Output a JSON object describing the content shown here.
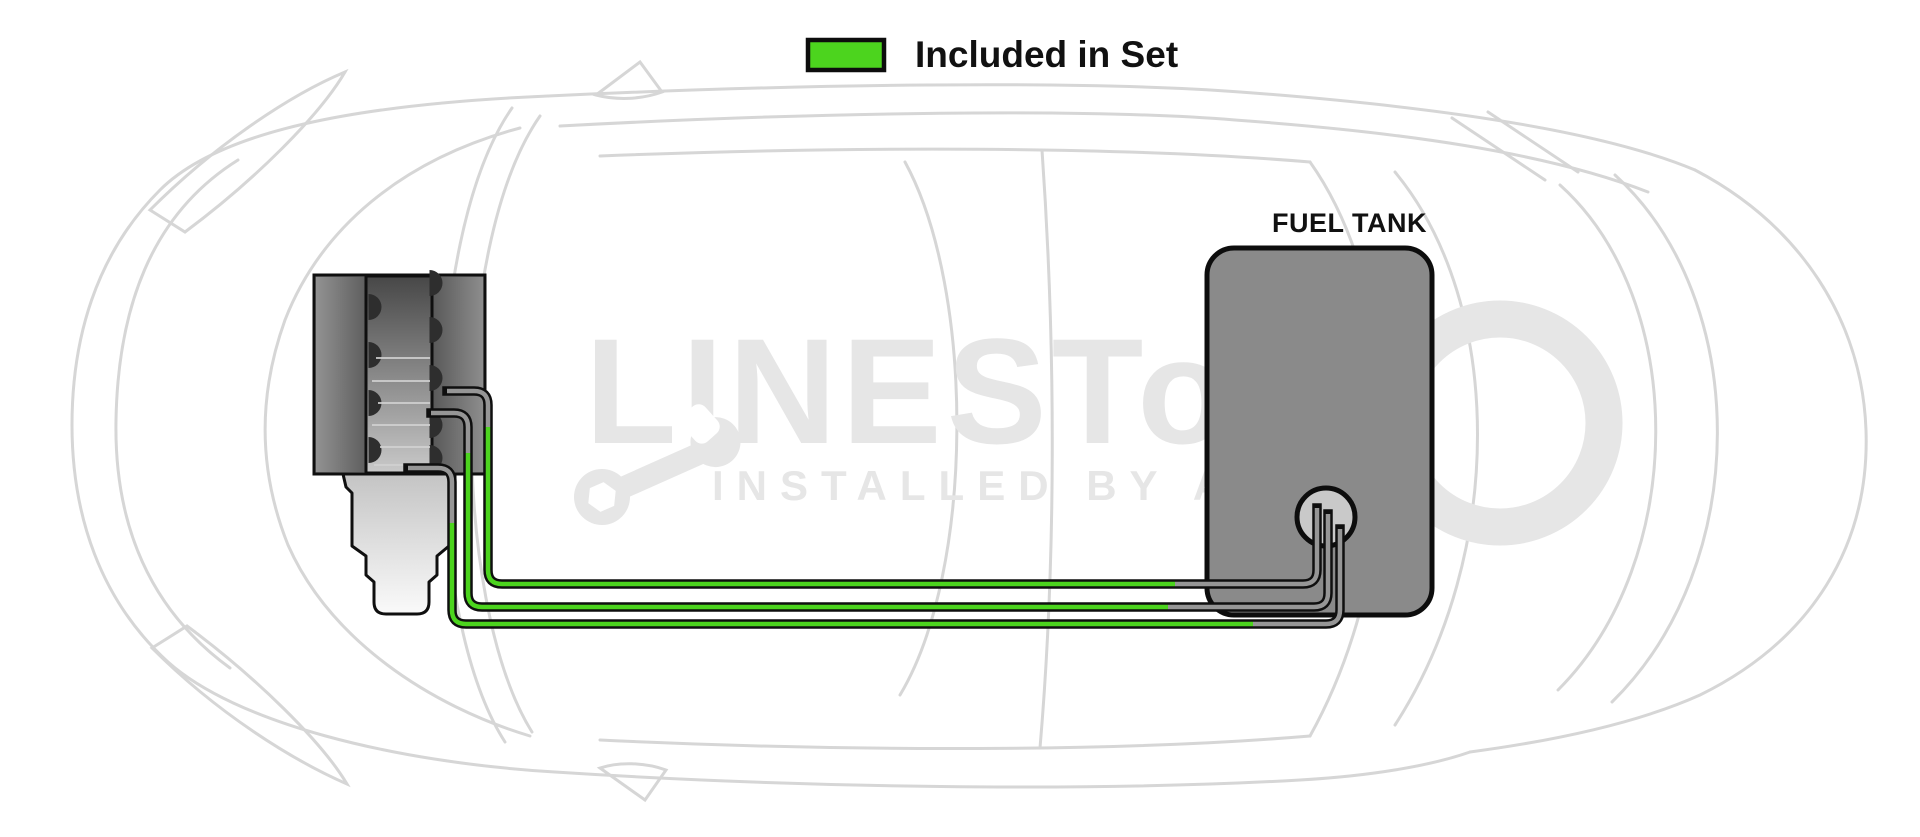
{
  "legend": {
    "label": "Included in Set",
    "swatch_meaning": "green tube color indicates parts included in the set"
  },
  "fuel_tank": {
    "label": "FUEL TANK"
  },
  "watermark": {
    "brand": "LINESTo",
    "tagline": "INSTALLED BY A",
    "icon": "wrench-icon"
  },
  "diagram": {
    "fuel_lines": [
      "fuel-line-1",
      "fuel-line-2",
      "fuel-line-3"
    ],
    "components": [
      "engine-block",
      "transmission",
      "fuel-tank",
      "fuel-pump"
    ]
  },
  "colors": {
    "line_green": "#4cd41e",
    "tube_gray": "#969696",
    "outline_black": "#0f0f0f",
    "tank_gray": "#8a8a8a",
    "pump_gray": "#c9c9c9",
    "sketch_gray": "#d6d6d6",
    "watermark_gray": "#e6e6e6"
  }
}
